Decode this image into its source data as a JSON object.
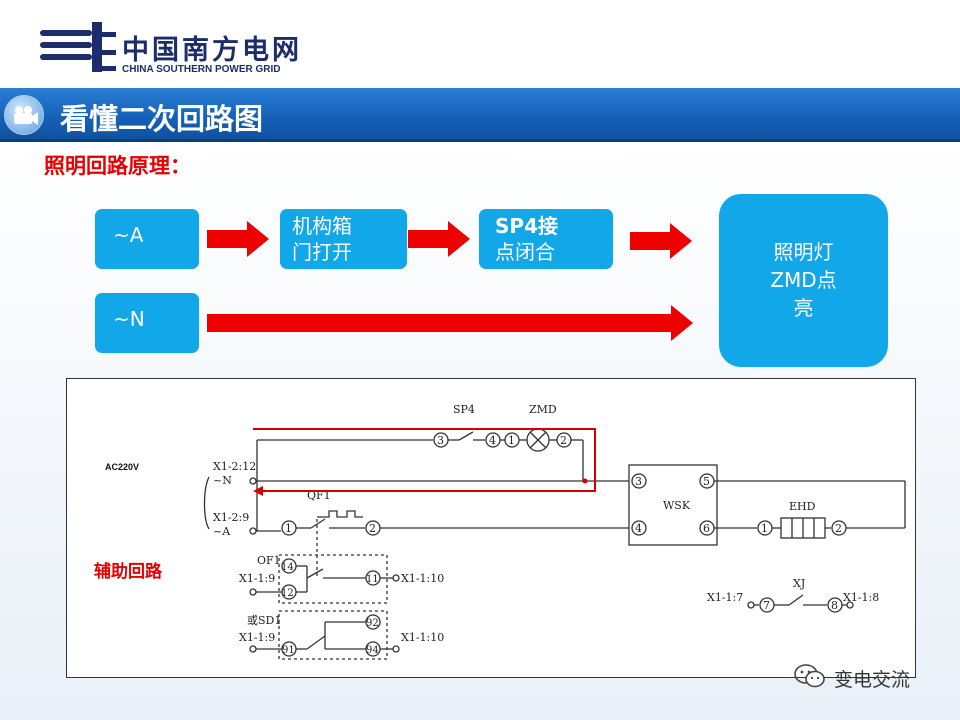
{
  "header": {
    "logo_cn": "中国南方电网",
    "logo_en": "CHINA SOUTHERN POWER GRID"
  },
  "title": "看懂二次回路图",
  "section_label": "照明回路原理：",
  "flow": {
    "phase_a": "~A",
    "phase_n": "~N",
    "door_open": [
      "机构箱",
      "门打开"
    ],
    "sp4_closed": [
      "SP4接",
      "点闭合"
    ],
    "lamp_on": [
      "照明灯",
      "ZMD点",
      "亮"
    ]
  },
  "circuit": {
    "supply_label": "AC220V",
    "aux_label": "辅助回路",
    "labels": {
      "x1_2_12": "X1-2:12",
      "n_phase": "~N",
      "x1_2_9": "X1-2:9",
      "a_phase": "~A",
      "sp4": "SP4",
      "zmd": "ZMD",
      "qf1": "QF1",
      "of1": "OF1",
      "x1_1_9_a": "X1-1:9",
      "x1_1_10_a": "X1-1:10",
      "or_sd1": "或SD1",
      "x1_1_9_b": "X1-1:9",
      "x1_1_10_b": "X1-1:10",
      "wsk": "WSK",
      "ehd": "EHD",
      "xj": "XJ",
      "x1_1_7": "X1-1:7",
      "x1_1_8": "X1-1:8"
    },
    "terminals": {
      "t3a": "3",
      "t4a": "4",
      "t1a": "1",
      "t2a": "2",
      "t1b": "1",
      "t2b": "2",
      "t14": "14",
      "t11": "11",
      "t12": "12",
      "t92": "92",
      "t91": "91",
      "t94": "94",
      "t3w": "3",
      "t5w": "5",
      "t4w": "4",
      "t6w": "6",
      "t1e": "1",
      "t2e": "2",
      "t7": "7",
      "t8": "8"
    }
  },
  "watermark": "变电交流",
  "colors": {
    "title_bar": "#1561b8",
    "box": "#12a7e8",
    "arrow": "#ee0000",
    "highlight": "#d40000",
    "label_red": "#e60000"
  },
  "icons": {
    "title_icon": "video-camera-icon",
    "logo": "power-grid-logo-icon",
    "watermark_icon": "wechat-icon"
  }
}
